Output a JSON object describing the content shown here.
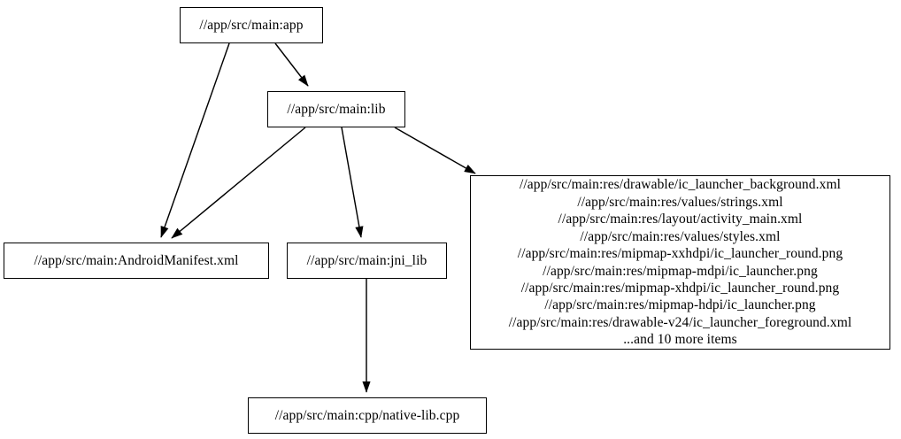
{
  "graph": {
    "type": "directed-dependency-graph",
    "background_color": "#ffffff",
    "node_border_color": "#000000",
    "node_fill_color": "#ffffff",
    "edge_color": "#000000",
    "text_color": "#000000",
    "nodes": [
      {
        "id": "app",
        "label": "//app/src/main:app"
      },
      {
        "id": "lib",
        "label": "//app/src/main:lib"
      },
      {
        "id": "manifest",
        "label": "//app/src/main:AndroidManifest.xml"
      },
      {
        "id": "jni_lib",
        "label": "//app/src/main:jni_lib"
      },
      {
        "id": "cpp",
        "label": "//app/src/main:cpp/native-lib.cpp"
      },
      {
        "id": "reslist",
        "label": "//app/src/main:res/drawable/ic_launcher_background.xml\n//app/src/main:res/values/strings.xml\n//app/src/main:res/layout/activity_main.xml\n//app/src/main:res/values/styles.xml\n//app/src/main:res/mipmap-xxhdpi/ic_launcher_round.png\n//app/src/main:res/mipmap-mdpi/ic_launcher.png\n//app/src/main:res/mipmap-xhdpi/ic_launcher_round.png\n//app/src/main:res/mipmap-hdpi/ic_launcher.png\n//app/src/main:res/drawable-v24/ic_launcher_foreground.xml\n...and 10 more items",
        "lines": [
          "//app/src/main:res/drawable/ic_launcher_background.xml",
          "//app/src/main:res/values/strings.xml",
          "//app/src/main:res/layout/activity_main.xml",
          "//app/src/main:res/values/styles.xml",
          "//app/src/main:res/mipmap-xxhdpi/ic_launcher_round.png",
          "//app/src/main:res/mipmap-mdpi/ic_launcher.png",
          "//app/src/main:res/mipmap-xhdpi/ic_launcher_round.png",
          "//app/src/main:res/mipmap-hdpi/ic_launcher.png",
          "//app/src/main:res/drawable-v24/ic_launcher_foreground.xml",
          "...and 10 more items"
        ]
      }
    ],
    "edges": [
      {
        "from": "app",
        "to": "manifest"
      },
      {
        "from": "app",
        "to": "lib"
      },
      {
        "from": "lib",
        "to": "manifest"
      },
      {
        "from": "lib",
        "to": "jni_lib"
      },
      {
        "from": "lib",
        "to": "reslist"
      },
      {
        "from": "jni_lib",
        "to": "cpp"
      }
    ]
  }
}
